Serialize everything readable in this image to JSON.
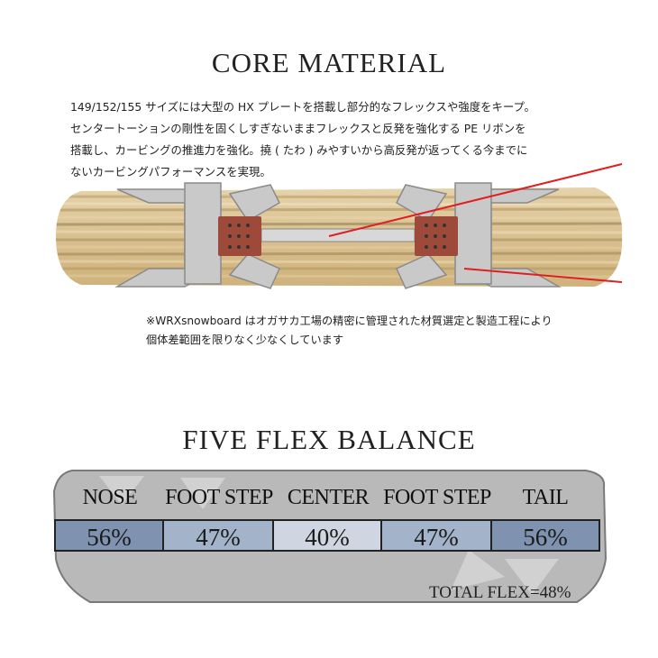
{
  "core": {
    "title": "CORE MATERIAL",
    "lines": [
      "149/152/155 サイズには大型の HX プレートを搭載し部分的なフレックスや強度をキープ。",
      "センタートーションの剛性を固くしすぎないままフレックスと反発を強化する PE リボンを",
      "搭載し、カービングの推進力を強化。撓 ( たわ ) みやすいから高反発が返ってくる今までに",
      "ないカービングパフォーマンスを実現。"
    ],
    "note_lines": [
      "※WRXsnowboard はオガサカ工場の精密に管理された材質選定と製造工程により",
      "個体差範囲を限りなく少なくしています"
    ]
  },
  "flex": {
    "title": "FIVE FLEX BALANCE",
    "zones": [
      {
        "label": "NOSE",
        "value": "56%",
        "color": "#7f93b1"
      },
      {
        "label": "FOOT STEP",
        "value": "47%",
        "color": "#a3b3c9"
      },
      {
        "label": "CENTER",
        "value": "40%",
        "color": "#cfd6e2"
      },
      {
        "label": "FOOT STEP",
        "value": "47%",
        "color": "#a3b3c9"
      },
      {
        "label": "TAIL",
        "value": "56%",
        "color": "#7f93b1"
      }
    ],
    "total": "TOTAL FLEX=48%"
  },
  "colors": {
    "accent_red": "#e02020",
    "wood": "#dcc49a",
    "board_gray": "#b4b4b4"
  }
}
